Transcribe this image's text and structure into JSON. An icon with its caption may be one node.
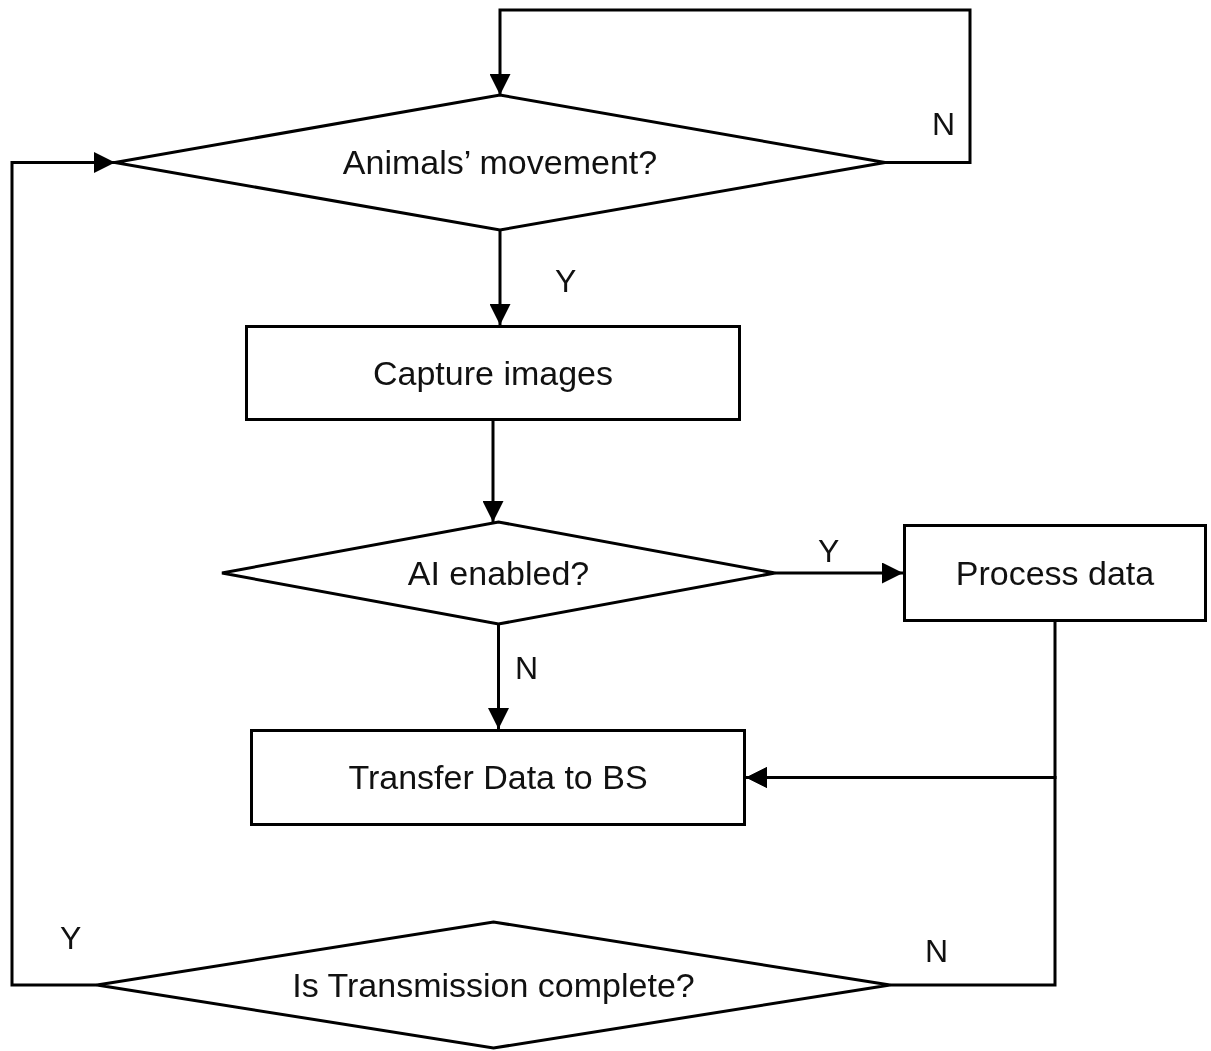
{
  "diagram": {
    "nodes": [
      {
        "text": [
          "Animals’ movement?"
        ]
      },
      {
        "text": [
          "Capture images"
        ]
      },
      {
        "text": [
          "AI enabled?"
        ]
      },
      {
        "text": [
          "Process data"
        ]
      },
      {
        "text": [
          "Transfer Data to BS"
        ]
      },
      {
        "text": [
          "Is Transmission complete?"
        ]
      }
    ],
    "edges": [
      {
        "from": 0,
        "to": 0,
        "arrow": "to",
        "label": "N"
      },
      {
        "from": 0,
        "to": 1,
        "arrow": "to",
        "label": "Y"
      },
      {
        "from": 1,
        "to": 2,
        "arrow": "to"
      },
      {
        "from": 2,
        "to": 3,
        "arrow": "to",
        "label": "Y"
      },
      {
        "from": 2,
        "to": 4,
        "arrow": "to",
        "label": "N"
      },
      {
        "from": 3,
        "to": 4,
        "arrow": "to"
      },
      {
        "from": 5,
        "to": 0,
        "arrow": "to",
        "label": "Y"
      },
      {
        "from": 5,
        "to": 4,
        "arrow": "to",
        "label": "N"
      }
    ]
  }
}
